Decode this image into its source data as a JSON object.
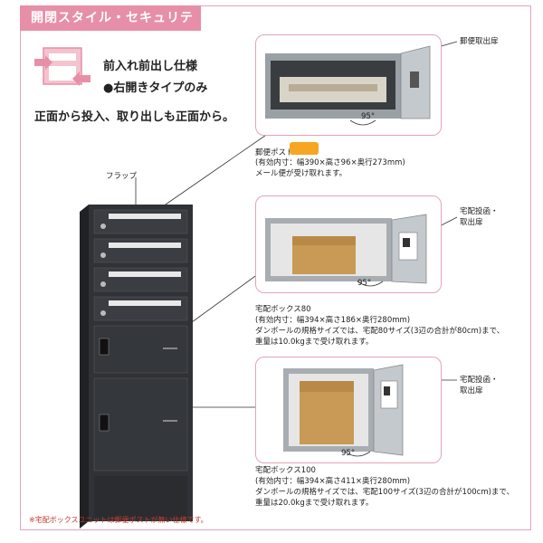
{
  "header": {
    "title": "開閉スタイル・セキュリティ"
  },
  "spec": {
    "line1": "前入れ前出し仕様",
    "line2": "●右開きタイプのみ",
    "note": "正面から投入、取り出しも正面から。"
  },
  "flap": {
    "label": "フラップ"
  },
  "mail": {
    "callout": "郵便取出扉",
    "angle": "95°",
    "name": "郵便ポスト",
    "dims": "(有効内寸：幅390×高さ96×奥行273mm)",
    "desc": "メール便が受け取れます。"
  },
  "box80": {
    "callout_line1": "宅配投函・",
    "callout_line2": "取出扉",
    "angle": "95°",
    "name": "宅配ボックス80",
    "dims": "(有効内寸：幅394×高さ186×奥行280mm)",
    "desc1": "ダンボールの規格サイズでは、宅配80サイズ(3辺の合計が80cm)まで、",
    "desc2": "重量は10.0kgまで受け取れます。"
  },
  "box100": {
    "callout_line1": "宅配投函・",
    "callout_line2": "取出扉",
    "angle": "95°",
    "name": "宅配ボックス100",
    "dims": "(有効内寸：幅394×高さ411×奥行280mm)",
    "desc1": "ダンボールの規格サイズでは、宅配100サイズ(3辺の合計が100cm)まで、",
    "desc2": "重量は20.0kgまで受け取れます。"
  },
  "footnote": "※宅配ボックスユニットは郵便ポストが無い仕様です。",
  "colors": {
    "accent": "#e78fa8",
    "cabinet": "#2f3236",
    "metal": "#b9bec4",
    "cardboard": "#c89a55"
  }
}
